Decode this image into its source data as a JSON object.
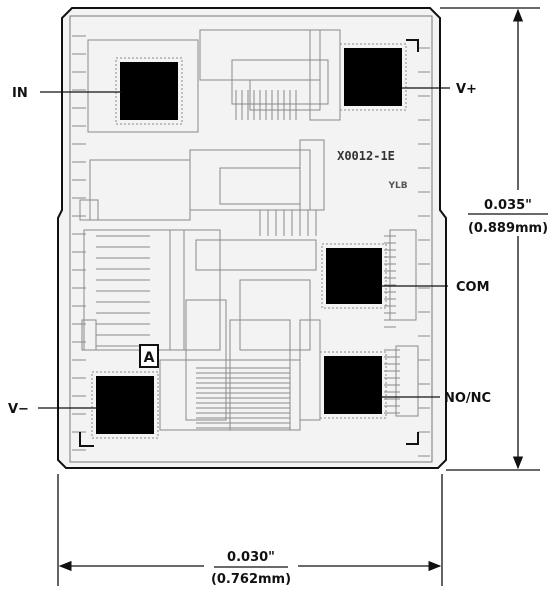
{
  "labels": {
    "pad_in": "IN",
    "pad_vplus": "V+",
    "pad_com": "COM",
    "pad_vminus": "V−",
    "pad_nonc": "NO/NC"
  },
  "die_marking": "X0012-1E",
  "die_mark_small": "YLB",
  "corner_logo": "A",
  "height_dimension": {
    "inch": "0.035\"",
    "mm": "(0.889mm)"
  },
  "width_dimension": {
    "inch": "0.030\"",
    "mm": "(0.762mm)"
  },
  "colors": {
    "ink": "#111111",
    "pad": "#000000",
    "die_fill": "#f3f3f3",
    "circuit": "#8a8a8a"
  }
}
